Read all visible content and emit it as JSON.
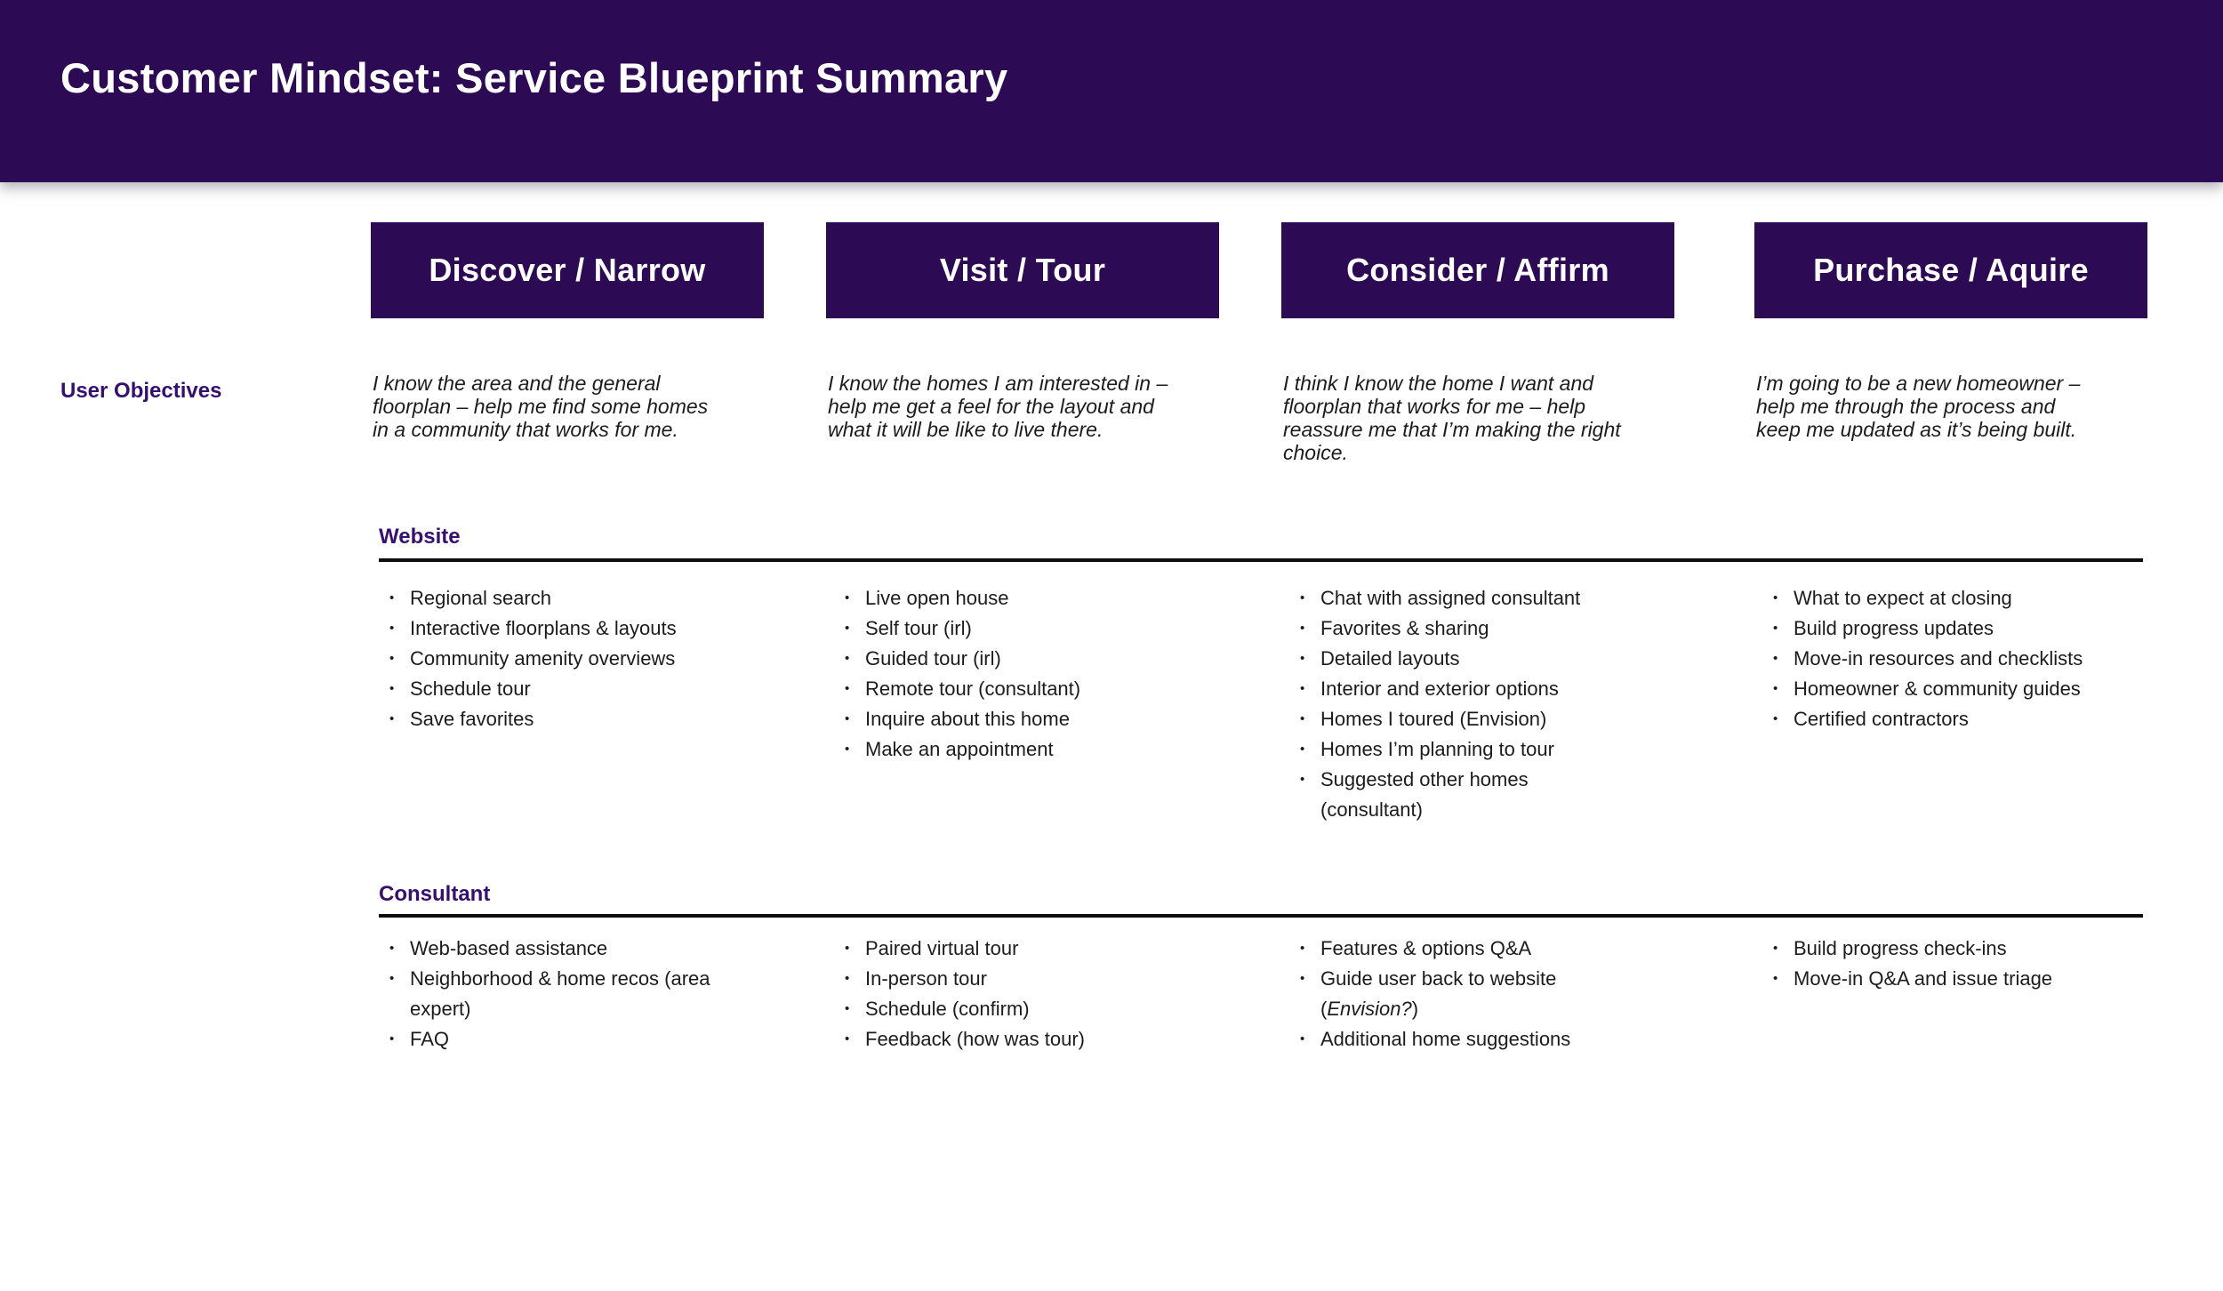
{
  "title": "Customer Mindset: Service Blueprint Summary",
  "row_labels": {
    "user_objectives": "User Objectives"
  },
  "sections": {
    "website": "Website",
    "consultant": "Consultant"
  },
  "colors": {
    "banner_purple": "#2d0a54",
    "section_label_purple": "#36106e",
    "rule_black": "#0d0d0d",
    "body_text": "#1c1c1c",
    "header_text": "#ffffff"
  },
  "columns": [
    {
      "header": "Discover / Narrow",
      "objective": "I know the area and the general floorplan – help me find some homes in a community that works for me.",
      "website": [
        "Regional search",
        "Interactive floorplans & layouts",
        "Community amenity overviews",
        "Schedule tour",
        "Save favorites"
      ],
      "consultant": [
        "Web-based assistance",
        "Neighborhood & home recos (area expert)",
        "FAQ"
      ]
    },
    {
      "header": "Visit / Tour",
      "objective": "I know the homes I am interested in – help me get a feel for the layout and what it will be like to live there.",
      "website": [
        "Live open house",
        "Self tour (irl)",
        "Guided tour (irl)",
        "Remote tour (consultant)",
        "Inquire about this home",
        "Make an appointment"
      ],
      "consultant": [
        "Paired virtual tour",
        "In-person tour",
        "Schedule (confirm)",
        "Feedback (how was tour)"
      ]
    },
    {
      "header": "Consider / Affirm",
      "objective": "I think I know the home I want and floorplan that works for me – help reassure me that I’m making the right choice.",
      "website": [
        "Chat with assigned consultant",
        "Favorites & sharing",
        "Detailed layouts",
        "Interior and exterior options",
        "Homes I toured (Envision)",
        "Homes I’m planning to tour",
        "Suggested other homes (consultant)"
      ],
      "consultant": [
        "Features & options Q&A",
        {
          "pre": "Guide user back to website (",
          "italic": "Envision?",
          "post": ")"
        },
        "Additional home suggestions"
      ]
    },
    {
      "header": "Purchase / Aquire",
      "objective": "I’m going to be a new homeowner – help me through the process and keep me updated as it’s being built.",
      "website": [
        "What to expect at closing",
        "Build progress updates",
        "Move-in resources and checklists",
        "Homeowner & community guides",
        "Certified contractors"
      ],
      "consultant": [
        "Build progress check-ins",
        "Move-in Q&A and issue triage"
      ]
    }
  ]
}
